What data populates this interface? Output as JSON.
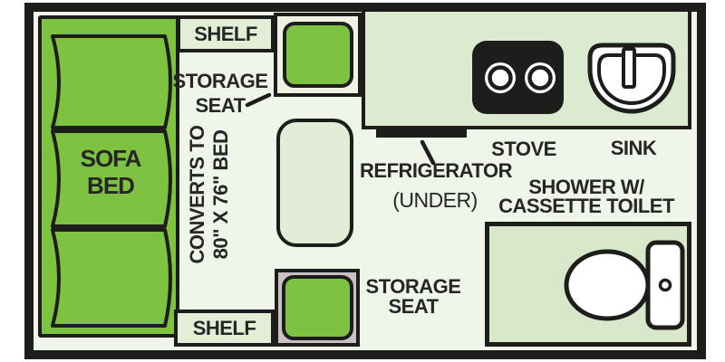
{
  "diagram": {
    "type": "rv-travel-trailer-floorplan",
    "rooms": {
      "sofa_bed": {
        "label_line1": "SOFA",
        "label_line2": "BED",
        "note_line1": "CONVERTS TO",
        "note_line2": "80\" X 76\" BED"
      },
      "shelf_top": {
        "label": "SHELF"
      },
      "shelf_bottom": {
        "label": "SHELF"
      },
      "storage_seat_top": {
        "label_line1": "STORAGE",
        "label_line2": "SEAT"
      },
      "storage_seat_bottom": {
        "label_line1": "STORAGE",
        "label_line2": "SEAT"
      },
      "kitchen": {
        "stove_label": "STOVE",
        "sink_label": "SINK",
        "refrigerator_label": "REFRIGERATOR",
        "refrigerator_note": "(UNDER)"
      },
      "bathroom": {
        "label_line1": "SHOWER W/",
        "label_line2": "CASSETTE TOILET"
      }
    },
    "colors": {
      "furniture_green": "#7ec242",
      "floor": "#f0f5e9",
      "counter_green": "#dcead0",
      "shelf_green": "#e4eed6",
      "seat_box_gray": "#c9c1c5",
      "outline_black": "#1d1d1b",
      "text": "#262626"
    }
  }
}
